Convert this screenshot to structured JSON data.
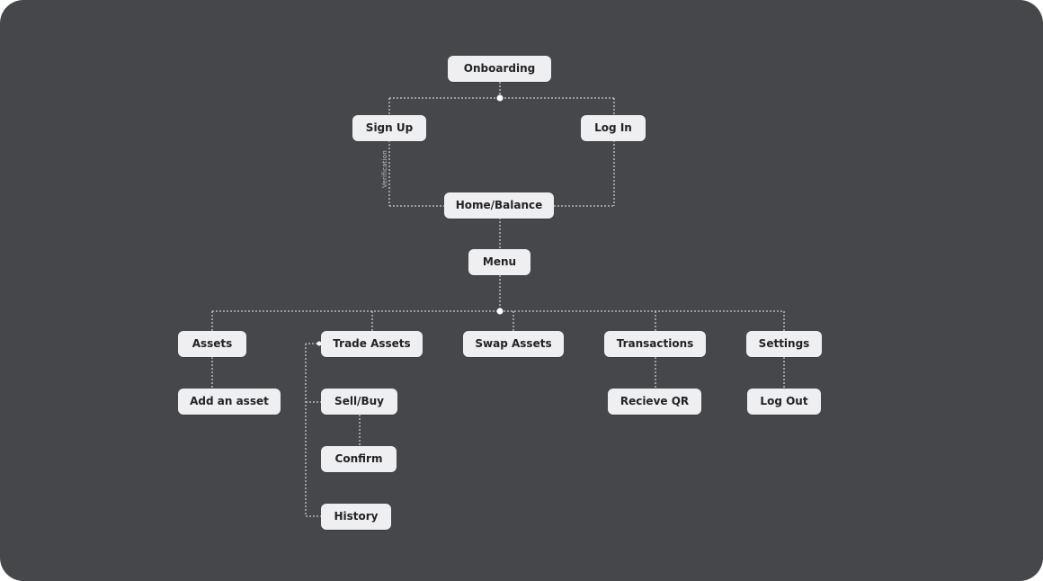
{
  "nodes": {
    "onboarding": "Onboarding",
    "sign_up": "Sign Up",
    "log_in": "Log In",
    "home_balance": "Home/Balance",
    "menu": "Menu",
    "assets": "Assets",
    "trade_assets": "Trade Assets",
    "swap_assets": "Swap Assets",
    "transactions": "Transactions",
    "settings": "Settings",
    "add_asset": "Add an asset",
    "sell_buy": "Sell/Buy",
    "confirm": "Confirm",
    "history": "History",
    "receive_qr": "Recieve QR",
    "log_out": "Log Out"
  },
  "edge_labels": {
    "verification": "Verification"
  },
  "colors": {
    "background": "#45474b",
    "node_fill": "#efeff1",
    "node_text": "#222326",
    "connector": "#c9cacc"
  }
}
